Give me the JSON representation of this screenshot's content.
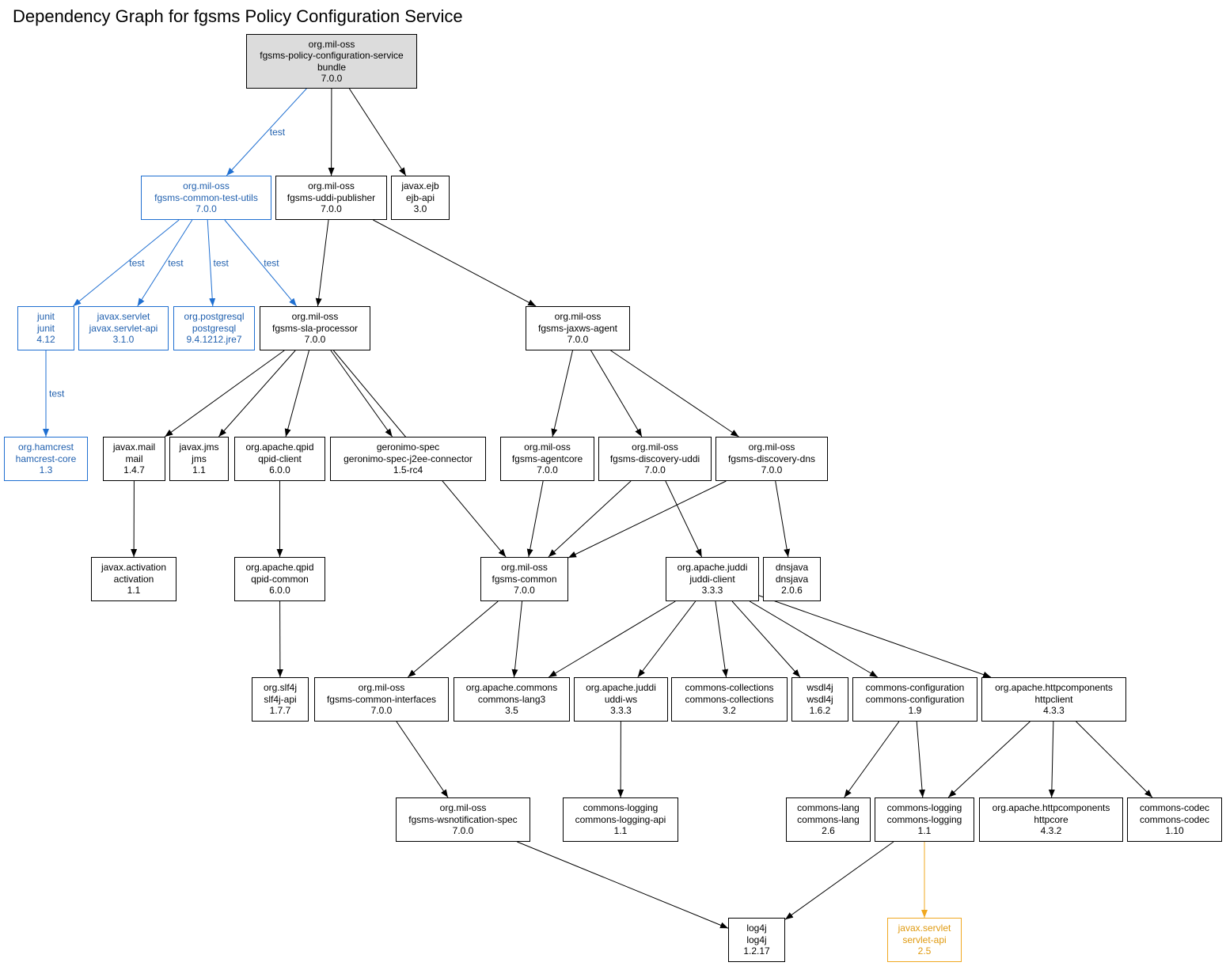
{
  "title": "Dependency Graph for fgsms Policy Configuration Service",
  "colors": {
    "default": "#000000",
    "test": "#1f6fd1",
    "optional": "#f0a820",
    "root_fill": "#dcdcdc"
  },
  "nodes": [
    {
      "id": "root",
      "lines": [
        "org.mil-oss",
        "fgsms-policy-configuration-service",
        "bundle",
        "7.0.0"
      ],
      "style": "root"
    },
    {
      "id": "ctu",
      "lines": [
        "org.mil-oss",
        "fgsms-common-test-utils",
        "7.0.0"
      ],
      "style": "test"
    },
    {
      "id": "uddipub",
      "lines": [
        "org.mil-oss",
        "fgsms-uddi-publisher",
        "7.0.0"
      ],
      "style": "default"
    },
    {
      "id": "ejb",
      "lines": [
        "javax.ejb",
        "ejb-api",
        "3.0"
      ],
      "style": "default"
    },
    {
      "id": "junit",
      "lines": [
        "junit",
        "junit",
        "4.12"
      ],
      "style": "test"
    },
    {
      "id": "servlet",
      "lines": [
        "javax.servlet",
        "javax.servlet-api",
        "3.1.0"
      ],
      "style": "test"
    },
    {
      "id": "pg",
      "lines": [
        "org.postgresql",
        "postgresql",
        "9.4.1212.jre7"
      ],
      "style": "test"
    },
    {
      "id": "sla",
      "lines": [
        "org.mil-oss",
        "fgsms-sla-processor",
        "7.0.0"
      ],
      "style": "default"
    },
    {
      "id": "jaxws",
      "lines": [
        "org.mil-oss",
        "fgsms-jaxws-agent",
        "7.0.0"
      ],
      "style": "default"
    },
    {
      "id": "hamcrest",
      "lines": [
        "org.hamcrest",
        "hamcrest-core",
        "1.3"
      ],
      "style": "test"
    },
    {
      "id": "mail",
      "lines": [
        "javax.mail",
        "mail",
        "1.4.7"
      ],
      "style": "default"
    },
    {
      "id": "jms",
      "lines": [
        "javax.jms",
        "jms",
        "1.1"
      ],
      "style": "default"
    },
    {
      "id": "qpidclient",
      "lines": [
        "org.apache.qpid",
        "qpid-client",
        "6.0.0"
      ],
      "style": "default"
    },
    {
      "id": "geronimo",
      "lines": [
        "geronimo-spec",
        "geronimo-spec-j2ee-connector",
        "1.5-rc4"
      ],
      "style": "default"
    },
    {
      "id": "agentcore",
      "lines": [
        "org.mil-oss",
        "fgsms-agentcore",
        "7.0.0"
      ],
      "style": "default"
    },
    {
      "id": "discuddi",
      "lines": [
        "org.mil-oss",
        "fgsms-discovery-uddi",
        "7.0.0"
      ],
      "style": "default"
    },
    {
      "id": "discdns",
      "lines": [
        "org.mil-oss",
        "fgsms-discovery-dns",
        "7.0.0"
      ],
      "style": "default"
    },
    {
      "id": "activation",
      "lines": [
        "javax.activation",
        "activation",
        "1.1"
      ],
      "style": "default"
    },
    {
      "id": "qpidcommon",
      "lines": [
        "org.apache.qpid",
        "qpid-common",
        "6.0.0"
      ],
      "style": "default"
    },
    {
      "id": "common",
      "lines": [
        "org.mil-oss",
        "fgsms-common",
        "7.0.0"
      ],
      "style": "default"
    },
    {
      "id": "juddiclient",
      "lines": [
        "org.apache.juddi",
        "juddi-client",
        "3.3.3"
      ],
      "style": "default"
    },
    {
      "id": "dnsjava",
      "lines": [
        "dnsjava",
        "dnsjava",
        "2.0.6"
      ],
      "style": "default"
    },
    {
      "id": "slf4j",
      "lines": [
        "org.slf4j",
        "slf4j-api",
        "1.7.7"
      ],
      "style": "default"
    },
    {
      "id": "commonif",
      "lines": [
        "org.mil-oss",
        "fgsms-common-interfaces",
        "7.0.0"
      ],
      "style": "default"
    },
    {
      "id": "lang3",
      "lines": [
        "org.apache.commons",
        "commons-lang3",
        "3.5"
      ],
      "style": "default"
    },
    {
      "id": "uddiws",
      "lines": [
        "org.apache.juddi",
        "uddi-ws",
        "3.3.3"
      ],
      "style": "default"
    },
    {
      "id": "collections",
      "lines": [
        "commons-collections",
        "commons-collections",
        "3.2"
      ],
      "style": "default"
    },
    {
      "id": "wsdl4j",
      "lines": [
        "wsdl4j",
        "wsdl4j",
        "1.6.2"
      ],
      "style": "default"
    },
    {
      "id": "config",
      "lines": [
        "commons-configuration",
        "commons-configuration",
        "1.9"
      ],
      "style": "default"
    },
    {
      "id": "httpclient",
      "lines": [
        "org.apache.httpcomponents",
        "httpclient",
        "4.3.3"
      ],
      "style": "default"
    },
    {
      "id": "wsnotif",
      "lines": [
        "org.mil-oss",
        "fgsms-wsnotification-spec",
        "7.0.0"
      ],
      "style": "default"
    },
    {
      "id": "loggingapi",
      "lines": [
        "commons-logging",
        "commons-logging-api",
        "1.1"
      ],
      "style": "default"
    },
    {
      "id": "lang",
      "lines": [
        "commons-lang",
        "commons-lang",
        "2.6"
      ],
      "style": "default"
    },
    {
      "id": "logging",
      "lines": [
        "commons-logging",
        "commons-logging",
        "1.1"
      ],
      "style": "default"
    },
    {
      "id": "httpcore",
      "lines": [
        "org.apache.httpcomponents",
        "httpcore",
        "4.3.2"
      ],
      "style": "default"
    },
    {
      "id": "codec",
      "lines": [
        "commons-codec",
        "commons-codec",
        "1.10"
      ],
      "style": "default"
    },
    {
      "id": "log4j",
      "lines": [
        "log4j",
        "log4j",
        "1.2.17"
      ],
      "style": "default"
    },
    {
      "id": "servletapi",
      "lines": [
        "javax.servlet",
        "servlet-api",
        "2.5"
      ],
      "style": "optional"
    }
  ],
  "edges": [
    {
      "from": "root",
      "to": "ctu",
      "label": "test",
      "style": "test"
    },
    {
      "from": "root",
      "to": "uddipub",
      "label": "",
      "style": "default"
    },
    {
      "from": "root",
      "to": "ejb",
      "label": "",
      "style": "default"
    },
    {
      "from": "ctu",
      "to": "junit",
      "label": "test",
      "style": "test"
    },
    {
      "from": "ctu",
      "to": "servlet",
      "label": "test",
      "style": "test"
    },
    {
      "from": "ctu",
      "to": "pg",
      "label": "test",
      "style": "test"
    },
    {
      "from": "ctu",
      "to": "sla",
      "label": "test",
      "style": "test"
    },
    {
      "from": "uddipub",
      "to": "sla",
      "label": "",
      "style": "default"
    },
    {
      "from": "uddipub",
      "to": "jaxws",
      "label": "",
      "style": "default"
    },
    {
      "from": "junit",
      "to": "hamcrest",
      "label": "test",
      "style": "test"
    },
    {
      "from": "sla",
      "to": "mail",
      "label": "",
      "style": "default"
    },
    {
      "from": "sla",
      "to": "jms",
      "label": "",
      "style": "default"
    },
    {
      "from": "sla",
      "to": "qpidclient",
      "label": "",
      "style": "default"
    },
    {
      "from": "sla",
      "to": "geronimo",
      "label": "",
      "style": "default"
    },
    {
      "from": "sla",
      "to": "common",
      "label": "",
      "style": "default"
    },
    {
      "from": "jaxws",
      "to": "agentcore",
      "label": "",
      "style": "default"
    },
    {
      "from": "jaxws",
      "to": "discuddi",
      "label": "",
      "style": "default"
    },
    {
      "from": "jaxws",
      "to": "discdns",
      "label": "",
      "style": "default"
    },
    {
      "from": "mail",
      "to": "activation",
      "label": "",
      "style": "default"
    },
    {
      "from": "qpidclient",
      "to": "qpidcommon",
      "label": "",
      "style": "default"
    },
    {
      "from": "agentcore",
      "to": "common",
      "label": "",
      "style": "default"
    },
    {
      "from": "discuddi",
      "to": "common",
      "label": "",
      "style": "default"
    },
    {
      "from": "discuddi",
      "to": "juddiclient",
      "label": "",
      "style": "default"
    },
    {
      "from": "discdns",
      "to": "common",
      "label": "",
      "style": "default"
    },
    {
      "from": "discdns",
      "to": "dnsjava",
      "label": "",
      "style": "default"
    },
    {
      "from": "qpidcommon",
      "to": "slf4j",
      "label": "",
      "style": "default"
    },
    {
      "from": "common",
      "to": "commonif",
      "label": "",
      "style": "default"
    },
    {
      "from": "common",
      "to": "lang3",
      "label": "",
      "style": "default"
    },
    {
      "from": "juddiclient",
      "to": "lang3",
      "label": "",
      "style": "default"
    },
    {
      "from": "juddiclient",
      "to": "uddiws",
      "label": "",
      "style": "default"
    },
    {
      "from": "juddiclient",
      "to": "collections",
      "label": "",
      "style": "default"
    },
    {
      "from": "juddiclient",
      "to": "wsdl4j",
      "label": "",
      "style": "default"
    },
    {
      "from": "juddiclient",
      "to": "config",
      "label": "",
      "style": "default"
    },
    {
      "from": "juddiclient",
      "to": "httpclient",
      "label": "",
      "style": "default"
    },
    {
      "from": "commonif",
      "to": "wsnotif",
      "label": "",
      "style": "default"
    },
    {
      "from": "uddiws",
      "to": "loggingapi",
      "label": "",
      "style": "default"
    },
    {
      "from": "config",
      "to": "lang",
      "label": "",
      "style": "default"
    },
    {
      "from": "config",
      "to": "logging",
      "label": "",
      "style": "default"
    },
    {
      "from": "httpclient",
      "to": "logging",
      "label": "",
      "style": "default"
    },
    {
      "from": "httpclient",
      "to": "httpcore",
      "label": "",
      "style": "default"
    },
    {
      "from": "httpclient",
      "to": "codec",
      "label": "",
      "style": "default"
    },
    {
      "from": "wsnotif",
      "to": "log4j",
      "label": "",
      "style": "default"
    },
    {
      "from": "logging",
      "to": "log4j",
      "label": "",
      "style": "default"
    },
    {
      "from": "logging",
      "to": "servletapi",
      "label": "",
      "style": "optional"
    }
  ]
}
